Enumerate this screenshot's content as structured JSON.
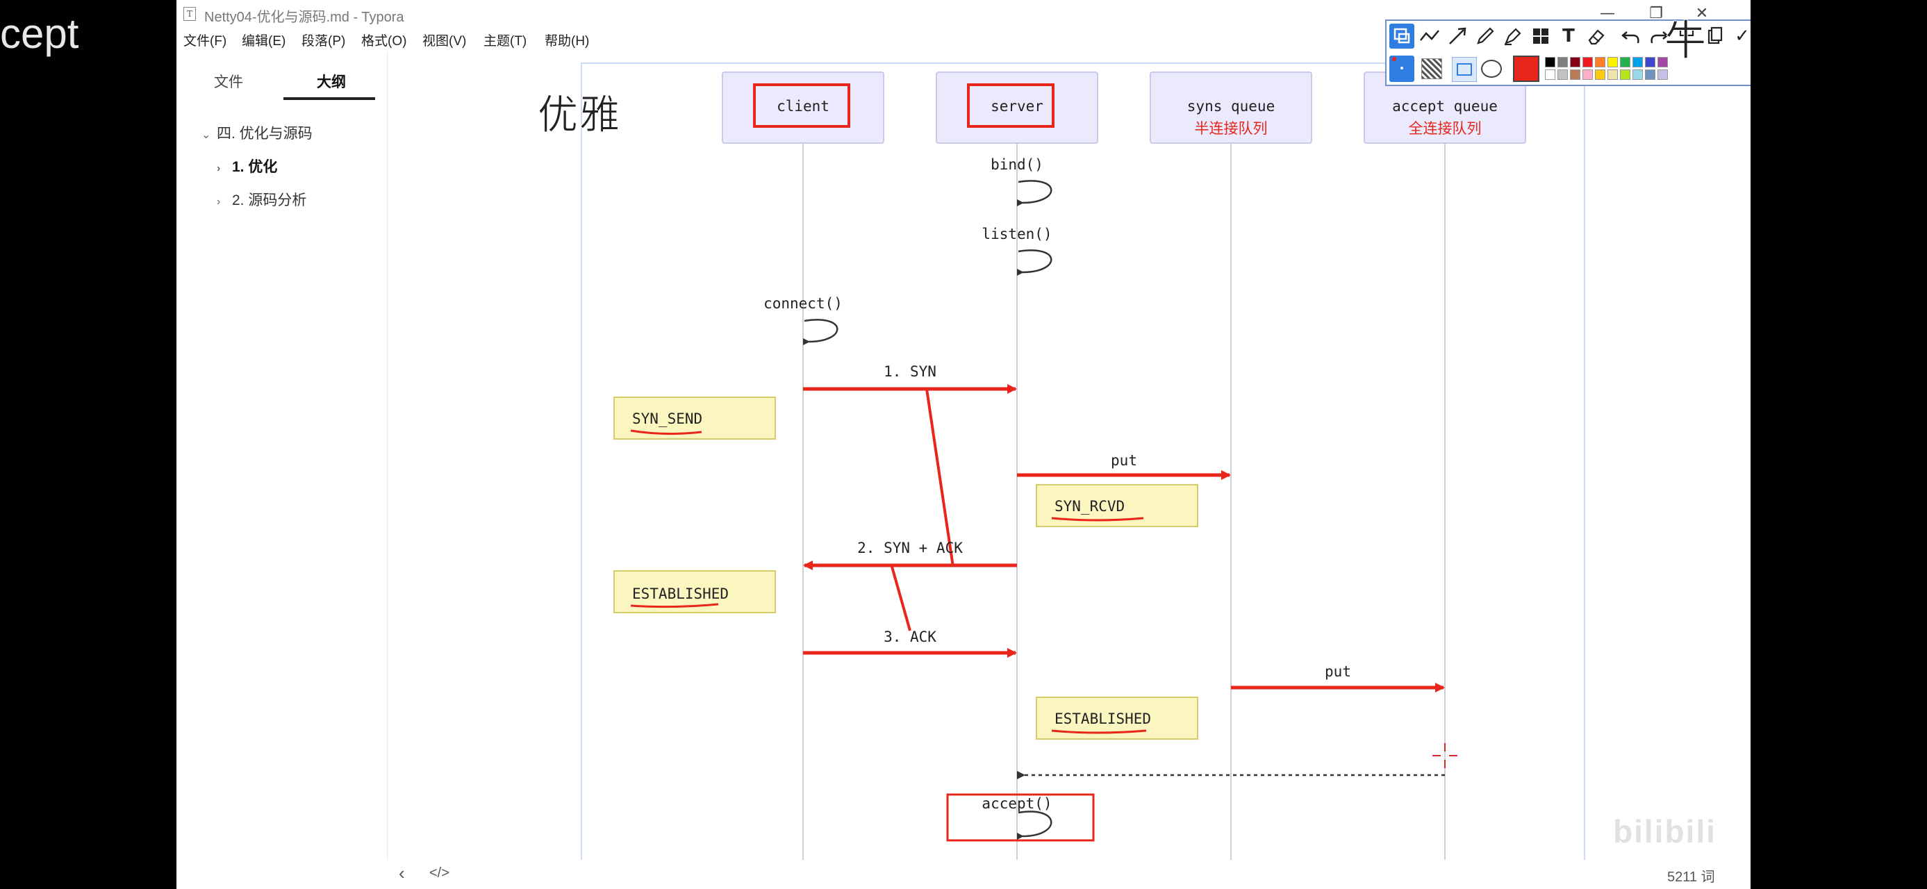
{
  "video_side_text": "cept",
  "window": {
    "title": "Netty04-优化与源码.md - Typora",
    "icon_letter": "T",
    "minimize": "—",
    "maximize": "❐",
    "close": "✕"
  },
  "menubar": [
    "文件(F)",
    "编辑(E)",
    "段落(P)",
    "格式(O)",
    "视图(V)",
    "主题(T)",
    "帮助(H)"
  ],
  "sidebar": {
    "tabs": [
      "文件",
      "大纲"
    ],
    "active_tab": "大纲",
    "outline": [
      {
        "label": "四. 优化与源码",
        "chevron": "⌄",
        "bold": false
      },
      {
        "label": "1. 优化",
        "chevron": "›",
        "bold": true
      },
      {
        "label": "2. 源码分析",
        "chevron": "›",
        "bold": false
      }
    ]
  },
  "overlay_text": {
    "youya": "优雅",
    "niu": "牛"
  },
  "diagram": {
    "participants": [
      {
        "name": "client",
        "sub": "",
        "boxed_red": true
      },
      {
        "name": "server",
        "sub": "",
        "boxed_red": true
      },
      {
        "name": "syns queue",
        "sub": "半连接队列",
        "boxed_red": false
      },
      {
        "name": "accept queue",
        "sub": "全连接队列",
        "boxed_red": false
      }
    ],
    "self_calls": [
      "bind()",
      "listen()",
      "connect()",
      "accept()"
    ],
    "messages": [
      "1. SYN",
      "put",
      "2. SYN + ACK",
      "3. ACK",
      "put"
    ],
    "notes": [
      "SYN_SEND",
      "SYN_RCVD",
      "ESTABLISHED",
      "ESTABLISHED"
    ],
    "colors": {
      "lifeline": "#cfcfcf",
      "participant_fill": "#eaeafc",
      "participant_border": "#c9c9ee",
      "note_fill": "#fbf6bf",
      "note_border": "#d8cc6a",
      "annotation_red": "#e8261c"
    }
  },
  "annotation_toolbar": {
    "tools": [
      "rect-select-icon",
      "polyline-icon",
      "arrow-icon",
      "pen-icon",
      "highlighter-icon",
      "mosaic-icon",
      "text-icon",
      "eraser-icon",
      "undo-icon",
      "redo-icon",
      "pin-icon",
      "copy-icon",
      "confirm-icon"
    ],
    "text_tool_label": "T",
    "confirm_label": "✓",
    "selected_color": "#e8261c",
    "palette_row1": [
      "#000000",
      "#7f7f7f",
      "#880015",
      "#ed1c24",
      "#ff7f27",
      "#fff200",
      "#22b14c",
      "#00a2e8",
      "#3f48cc",
      "#a349a4"
    ],
    "palette_row2": [
      "#ffffff",
      "#c3c3c3",
      "#b97a57",
      "#ffaec9",
      "#ffc90e",
      "#efe4b0",
      "#b5e61d",
      "#99d9ea",
      "#7092be",
      "#c8bfe7"
    ]
  },
  "statusbar": {
    "left_arrow": "‹",
    "code_toggle": "</>",
    "word_count": "5211 词"
  },
  "watermark": "bilibili"
}
